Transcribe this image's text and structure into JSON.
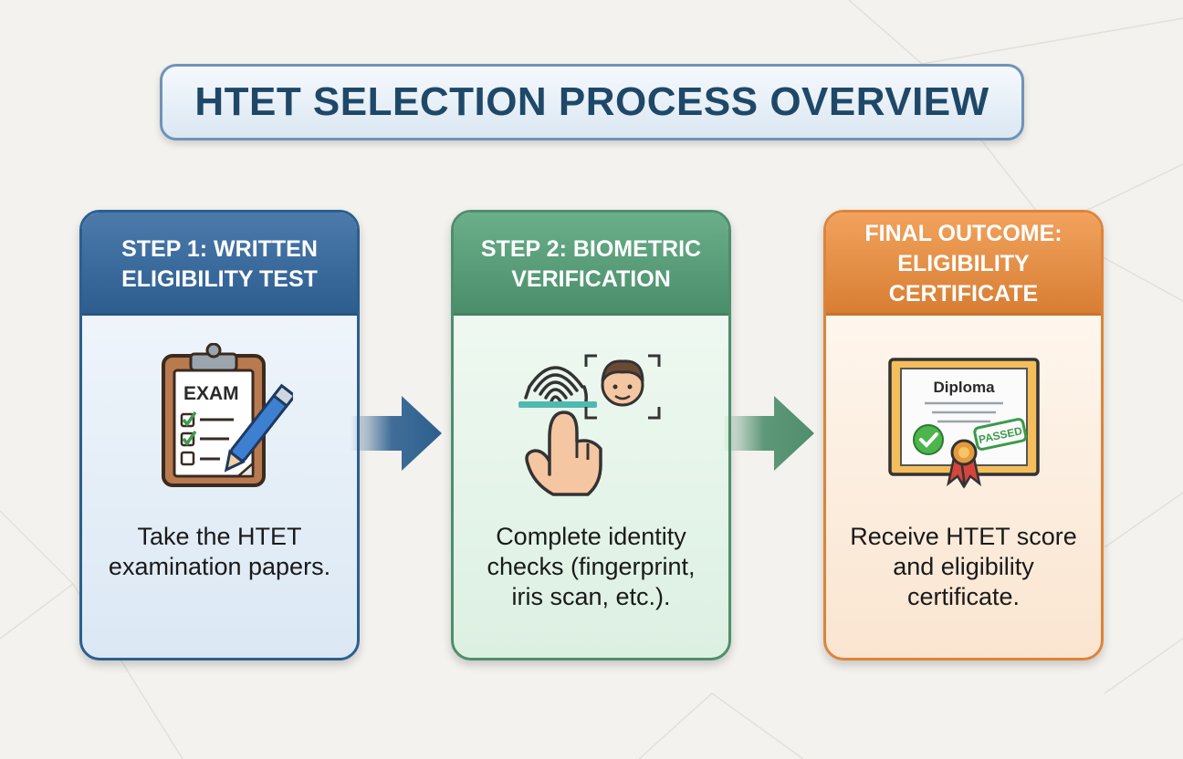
{
  "title": "HTET SELECTION PROCESS OVERVIEW",
  "cards": [
    {
      "header_lines": [
        "STEP 1: WRITTEN",
        "ELIGIBILITY TEST"
      ],
      "icon": "exam-clipboard-icon",
      "icon_text": "EXAM",
      "description_lines": [
        "Take the HTET",
        "examination papers."
      ]
    },
    {
      "header_lines": [
        "STEP 2: BIOMETRIC",
        "VERIFICATION"
      ],
      "icon": "fingerprint-face-scan-icon",
      "description_lines": [
        "Complete identity",
        "checks (fingerprint,",
        "iris scan, etc.)."
      ]
    },
    {
      "header_lines": [
        "FINAL OUTCOME:",
        "ELIGIBILITY",
        "CERTIFICATE"
      ],
      "icon": "diploma-certificate-icon",
      "icon_text": "Diploma",
      "stamp_text": "PASSED",
      "description_lines": [
        "Receive HTET score",
        "and eligibility",
        "certificate."
      ]
    }
  ],
  "colors": {
    "background": "#f3f2ee",
    "title_text": "#1f4868",
    "step1": "#2c5f8e",
    "step2": "#4e8e6c",
    "final": "#dd843b"
  }
}
